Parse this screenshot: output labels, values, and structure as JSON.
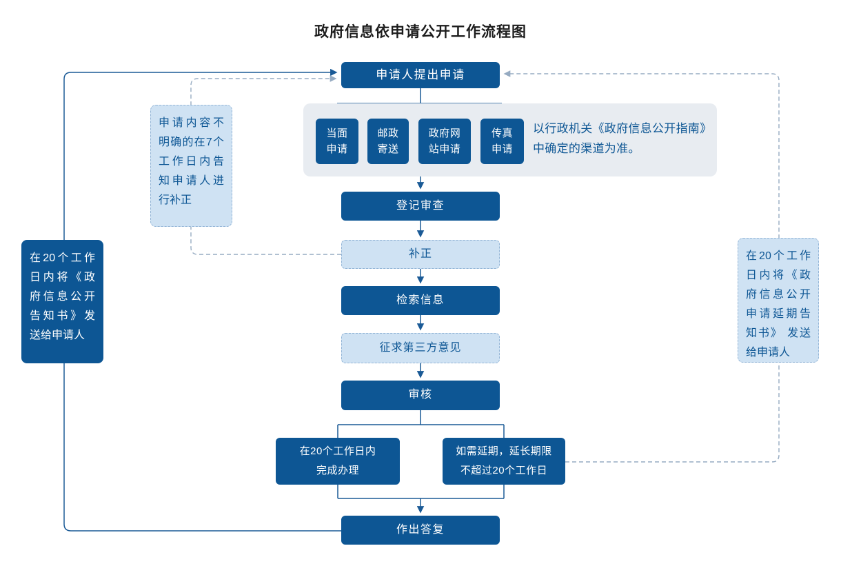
{
  "title": "政府信息依申请公开工作流程图",
  "colors": {
    "node_dark": "#0d5694",
    "node_light_fill": "#cfe2f3",
    "node_light_border": "#92b4d6",
    "panel_background": "#e8ecf1",
    "connector_solid": "#1a5a96",
    "connector_dashed": "#96abc2",
    "note_text": "#0d5694",
    "title_text": "#1c1c1c"
  },
  "flow": {
    "apply": "申请人提出申请",
    "register": "登记审查",
    "supplement": "补正",
    "search_info": "检索信息",
    "third_party": "征求第三方意见",
    "review": "审核",
    "reply": "作出答复",
    "complete": "在20个工作日内\n完成办理",
    "extend": "如需延期，延长期限\n不超过20个工作日"
  },
  "channels": {
    "items": [
      "当面\n申请",
      "邮政\n寄送",
      "政府网\n站申请",
      "传真\n申请"
    ],
    "note": "以行政机关《政府信息公开指南》\n中确定的渠道为准。"
  },
  "annotations": {
    "supplement_note": "申请内容不明确的在7个工作日内告知申请人进行补正",
    "reply_notice": "在20个工作日内将《政府信息公开告知书》发送给申请人",
    "extension_notice": "在20个工作日内将《政府信息公开申请延期告知书》 发送给申请人"
  }
}
